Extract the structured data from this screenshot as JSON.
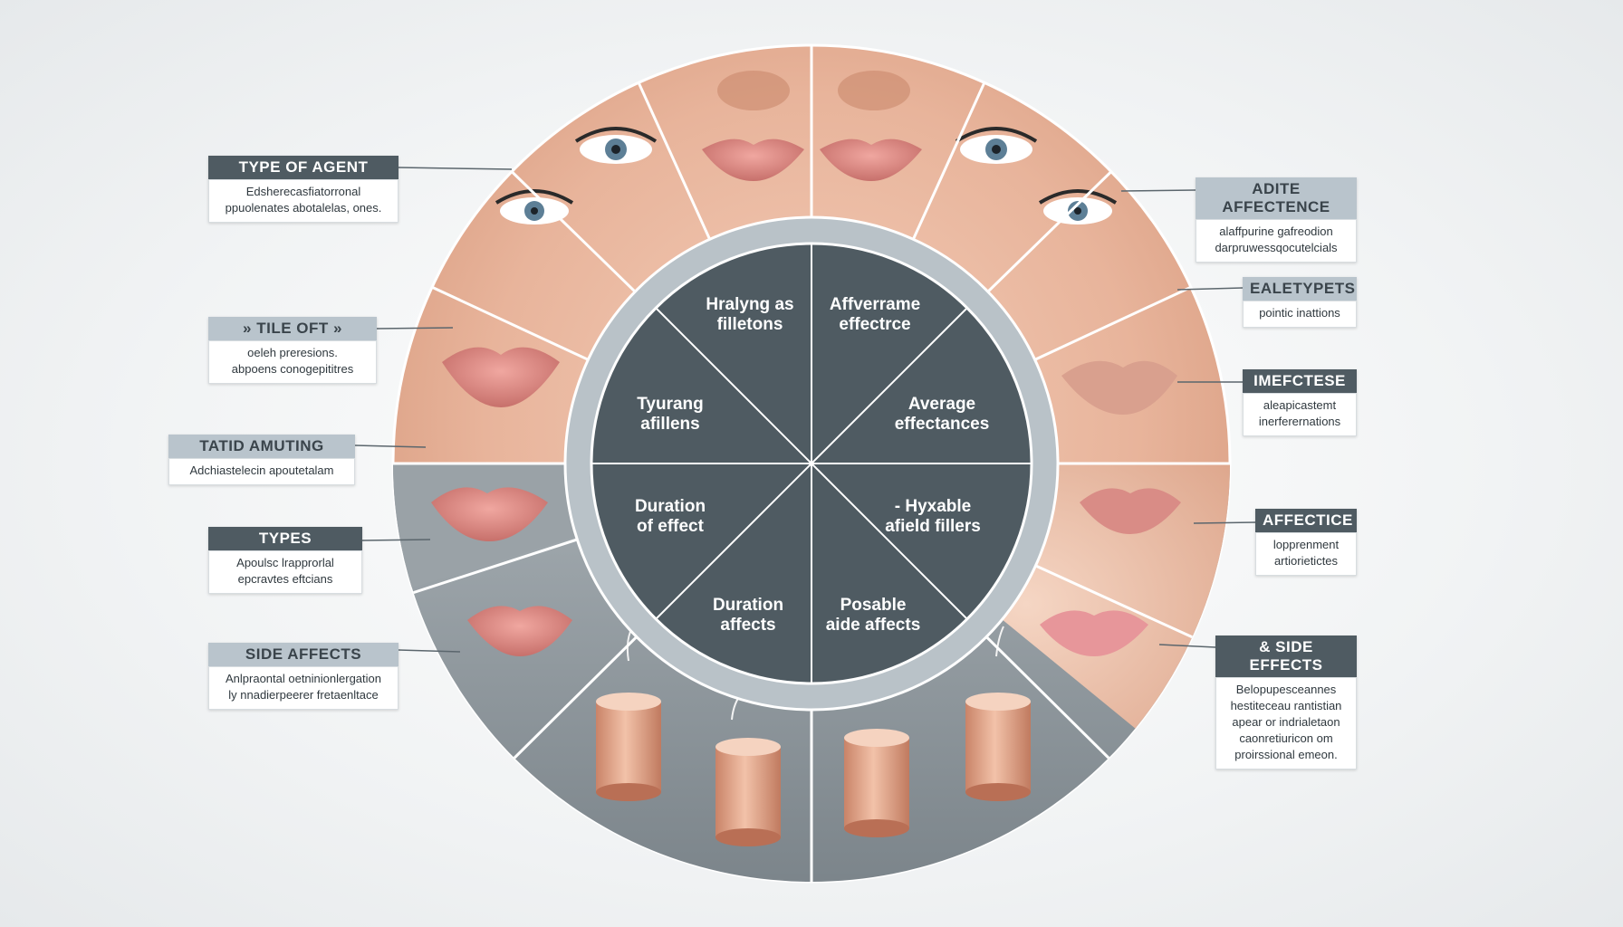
{
  "center": {
    "segments": [
      {
        "line1": "Hralyng as",
        "line2": "filletons"
      },
      {
        "line1": "Affverrame",
        "line2": "effectrce"
      },
      {
        "line1": "Average",
        "line2": "effectances"
      },
      {
        "line1": "- Hyxable",
        "line2": "afield fillers"
      },
      {
        "line1": "Posable",
        "line2": "aide affects"
      },
      {
        "line1": "Duration",
        "line2": "affects"
      },
      {
        "line1": "Duration",
        "line2": "of effect"
      },
      {
        "line1": "Tyurang",
        "line2": "afillens"
      }
    ]
  },
  "callouts_left": [
    {
      "title": "TYPE OF AGENT",
      "body1": "Edsherecasfiatorronal",
      "body2": "ppuolenates abotalelas, ones."
    },
    {
      "title": "» TILE OFT »",
      "body1": "oeleh preresions.",
      "body2": "abpoens conogepititres"
    },
    {
      "title": "TATID AMUTING",
      "body1": "Adchiastelecin apoutetalam",
      "body2": ""
    },
    {
      "title": "TYPES",
      "body1": "Apoulsc lrapprorlal",
      "body2": "epcravtes eftcians"
    },
    {
      "title": "SIDE AFFECTS",
      "body1": "Anlpraontal oetninionlergation",
      "body2": "ly nnadierpeerer fretaenltace"
    }
  ],
  "callouts_right": [
    {
      "title": "ADITE AFFECTENCE",
      "body1": "alaffpurine gafreodion",
      "body2": "darpruwessqocutelcials"
    },
    {
      "title": "EALETYPETS",
      "body1": "pointic inattions",
      "body2": ""
    },
    {
      "title": "IMEFCTESE",
      "body1": "aleapicastemt",
      "body2": "inerferernations"
    },
    {
      "title": "AFFECTICE",
      "body1": "lopprenment",
      "body2": "artiorietictes"
    },
    {
      "title": "& SIDE EFFECTS",
      "body1": "Belopupesceannes",
      "body2": "hestiteceau rantistian",
      "body3": "apear or indrialetaon",
      "body4": "caonretiuricon om",
      "body5": "proirssional emeon."
    }
  ],
  "icons": {
    "faces": "face-portrait-icon",
    "lips": "lips-icon",
    "cylinders": "filler-cylinder-icon",
    "arrows": "arrow-up-icon"
  },
  "colors": {
    "core": "#4f5b62",
    "ring": "#b9c2c8",
    "lower_sector": "#8d969c",
    "skin": "#e9b7a0",
    "lips": "#d98580",
    "callout_title": "#4f5b62"
  }
}
